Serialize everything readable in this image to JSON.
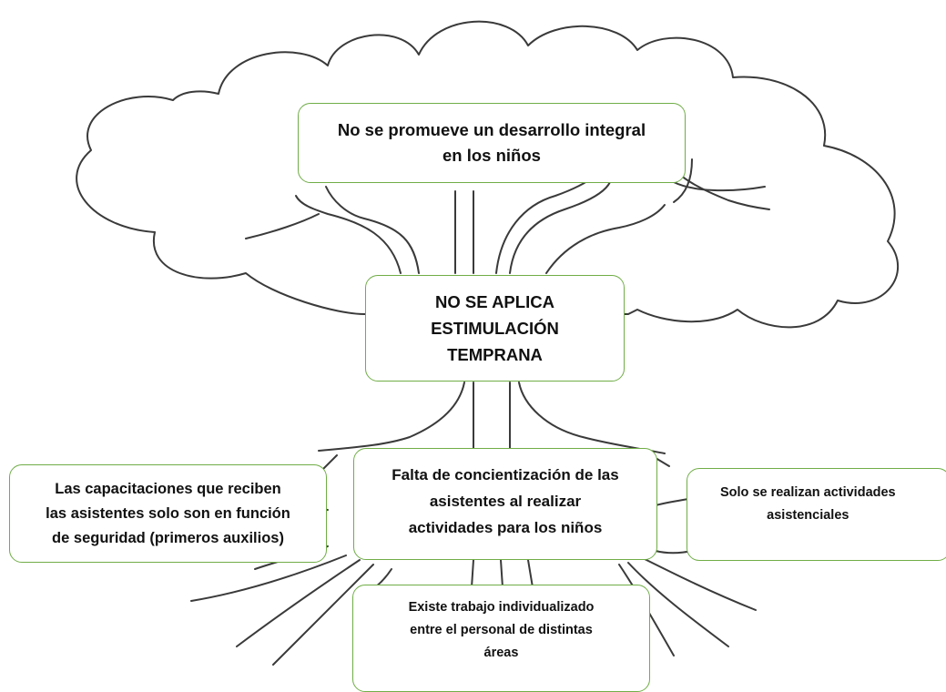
{
  "diagram": {
    "effect": "No se promueve un desarrollo integral\nen los niños",
    "problem": "NO SE APLICA\nESTIMULACIÓN\nTEMPRANA",
    "causes": {
      "left": "Las capacitaciones que reciben\nlas asistentes solo son en función\nde seguridad (primeros auxilios)",
      "center": "Falta de concientización de las\nasistentes al realizar\nactividades para los niños",
      "right": "Solo se realizan actividades\nasistenciales",
      "bottom": "Existe trabajo individualizado\nentre el personal de distintas\náreas"
    }
  },
  "colors": {
    "box_border": "#70ad47",
    "outline": "#333333",
    "text": "#111111"
  }
}
